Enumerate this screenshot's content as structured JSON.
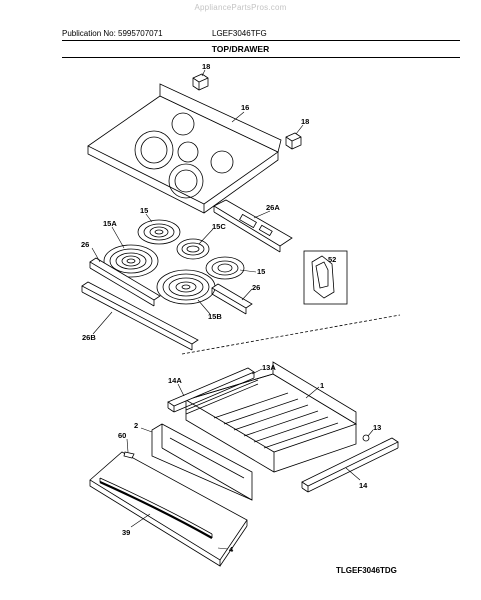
{
  "watermark": "AppliancePartsPros.com",
  "header": {
    "publication": "Publication No: 5995707071",
    "model": "LGEF3046TFG"
  },
  "section_title": "TOP/DRAWER",
  "footer_code": "TLGEF3046TDG",
  "callouts": {
    "c18a": "18",
    "c16": "16",
    "c18b": "18",
    "c26a": "26A",
    "c15a_top": "15",
    "c15a": "15A",
    "c15c": "15C",
    "c26": "26",
    "c52": "52",
    "c15r": "15",
    "c26r": "26",
    "c26b": "26B",
    "c15b": "15B",
    "c13a": "13A",
    "c14a": "14A",
    "c1": "1",
    "c2": "2",
    "c60": "60",
    "c13": "13",
    "c14": "14",
    "c39": "39",
    "c4": "4"
  }
}
